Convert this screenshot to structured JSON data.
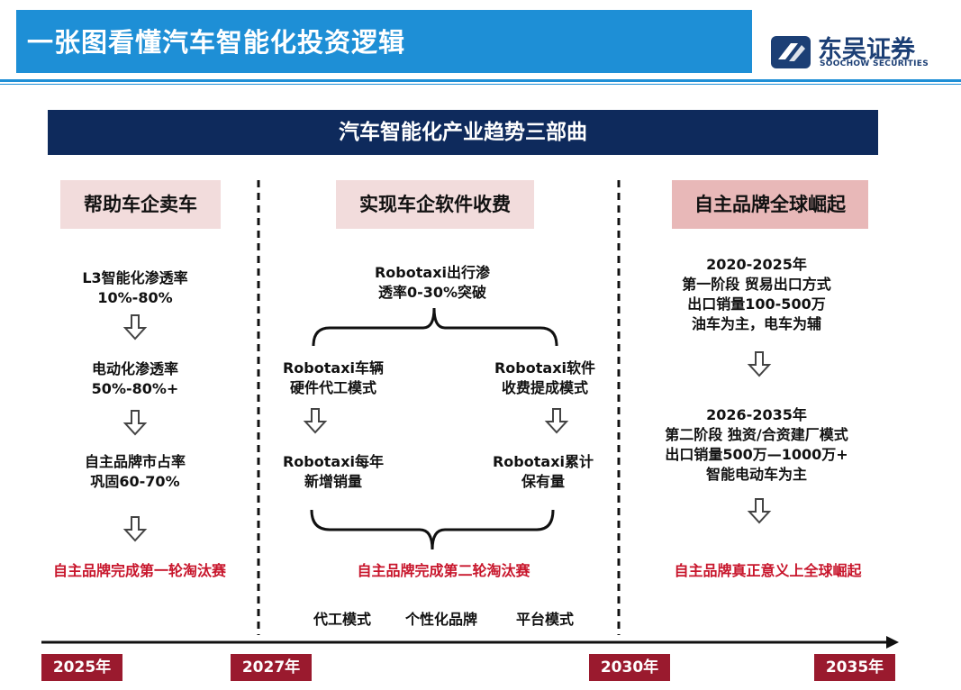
{
  "header": {
    "title": "一张图看懂汽车智能化投资逻辑"
  },
  "logo": {
    "cn": "东吴证券",
    "en": "SOOCHOW SECURITIES"
  },
  "band": {
    "title": "汽车智能化产业趋势三部曲"
  },
  "phases": [
    {
      "label": "帮助车企卖车",
      "steps": [
        [
          "L3智能化渗透率",
          "10%-80%"
        ],
        [
          "电动化渗透率",
          "50%-80%+"
        ],
        [
          "自主品牌市占率",
          "巩固60-70%"
        ]
      ],
      "outcome": "自主品牌完成第一轮淘汰赛"
    },
    {
      "label": "实现车企软件收费",
      "top": [
        "Robotaxi出行渗",
        "透率0-30%突破"
      ],
      "left": [
        "Robotaxi车辆",
        "硬件代工模式"
      ],
      "right": [
        "Robotaxi软件",
        "收费提成模式"
      ],
      "left_result": [
        "Robotaxi每年",
        "新增销量"
      ],
      "right_result": [
        "Robotaxi累计",
        "保有量"
      ],
      "outcome": "自主品牌完成第二轮淘汰赛",
      "models": [
        "代工模式",
        "个性化品牌",
        "平台模式"
      ]
    },
    {
      "label": "自主品牌全球崛起",
      "stage1": [
        "2020-2025年",
        "第一阶段 贸易出口方式",
        "出口销量100-500万",
        "油车为主，电车为辅"
      ],
      "stage2": [
        "2026-2035年",
        "第二阶段  独资/合资建厂模式",
        "出口销量500万—1000万+",
        "智能电动车为主"
      ],
      "outcome": "自主品牌真正意义上全球崛起"
    }
  ],
  "timeline": {
    "years": [
      "2025年",
      "2027年",
      "2030年",
      "2035年"
    ]
  },
  "colors": {
    "title_blue": "#1e8fd6",
    "navy": "#0e2a5c",
    "phase_light": "#f2dcdc",
    "phase_mid": "#e8b8b8",
    "outcome_red": "#c8162c",
    "year_red": "#9a1a2e"
  }
}
